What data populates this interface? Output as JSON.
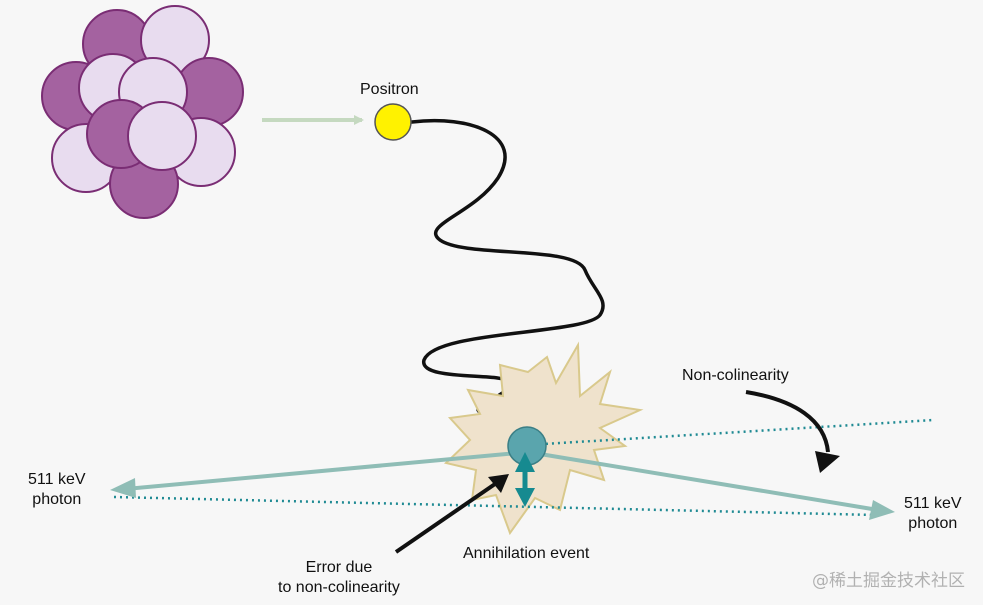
{
  "labels": {
    "positron": "Positron",
    "non_colinearity": "Non-colinearity",
    "photon_left_line1": "511 keV",
    "photon_left_line2": "photon",
    "photon_right_line1": "511 keV",
    "photon_right_line2": "photon",
    "annihilation": "Annihilation event",
    "error_line1": "Error due",
    "error_line2": "to non-colinearity"
  },
  "watermark": "@稀土掘金技术社区",
  "colors": {
    "nucleus_dark": "#a462a0",
    "nucleus_light": "#e8dcef",
    "positron": "#fff200",
    "path": "#111111",
    "incoming_arrow": "#c5d9c0",
    "photon": "#8fbdb6",
    "dotted_line": "#1f8a93",
    "star_fill": "#efe2cc",
    "star_stroke": "#d9c98c",
    "annihilation_point": "#5aa5ad",
    "error_arrow": "#168a90"
  }
}
